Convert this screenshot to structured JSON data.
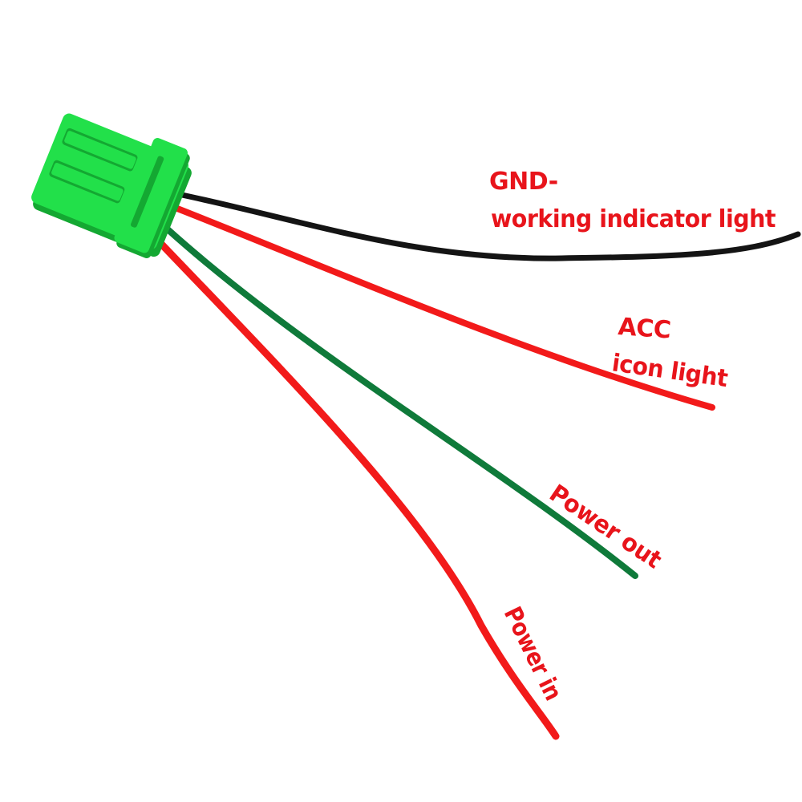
{
  "colors": {
    "connector": "#22e04a",
    "connector_shade": "#14a832",
    "wire_black": "#141414",
    "wire_red": "#f21a1a",
    "wire_green": "#0f7a3a",
    "label": "#e8141b"
  },
  "labels": {
    "gnd_line1": "GND-",
    "gnd_line2": "working indicator light",
    "acc_line1": "ACC",
    "acc_line2": "icon light",
    "power_out": "Power out",
    "power_in": "Power in"
  },
  "wires": [
    {
      "name": "black",
      "color_key": "wire_black",
      "function": "gnd"
    },
    {
      "name": "red-upper",
      "color_key": "wire_red",
      "function": "acc"
    },
    {
      "name": "green",
      "color_key": "wire_green",
      "function": "power_out"
    },
    {
      "name": "red-lower",
      "color_key": "wire_red",
      "function": "power_in"
    }
  ]
}
